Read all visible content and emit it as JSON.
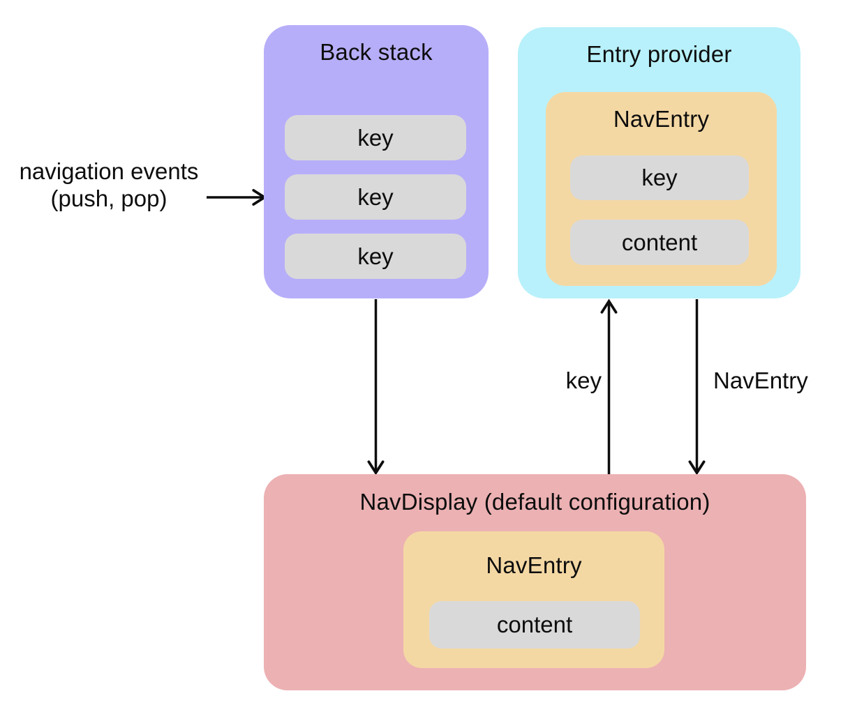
{
  "colors": {
    "purple": "#b7aef9",
    "cyan": "#b8f1fb",
    "orange": "#f4d8a4",
    "pink": "#ecb1b3",
    "grey": "#d9d9d9",
    "ink": "#0d0d0d",
    "canvas_bg": "#ffffff"
  },
  "back_stack": {
    "title": "Back stack",
    "keys": [
      "key",
      "key",
      "key"
    ]
  },
  "entry_provider": {
    "title": "Entry provider",
    "nav_entry": {
      "title": "NavEntry",
      "key": "key",
      "content": "content"
    }
  },
  "nav_display": {
    "title": "NavDisplay (default configuration)",
    "nav_entry": {
      "title": "NavEntry",
      "content": "content"
    }
  },
  "labels": {
    "nav_events_line1": "navigation events",
    "nav_events_line2": "(push, pop)",
    "key_arrow": "key",
    "nav_entry_arrow": "NavEntry"
  }
}
